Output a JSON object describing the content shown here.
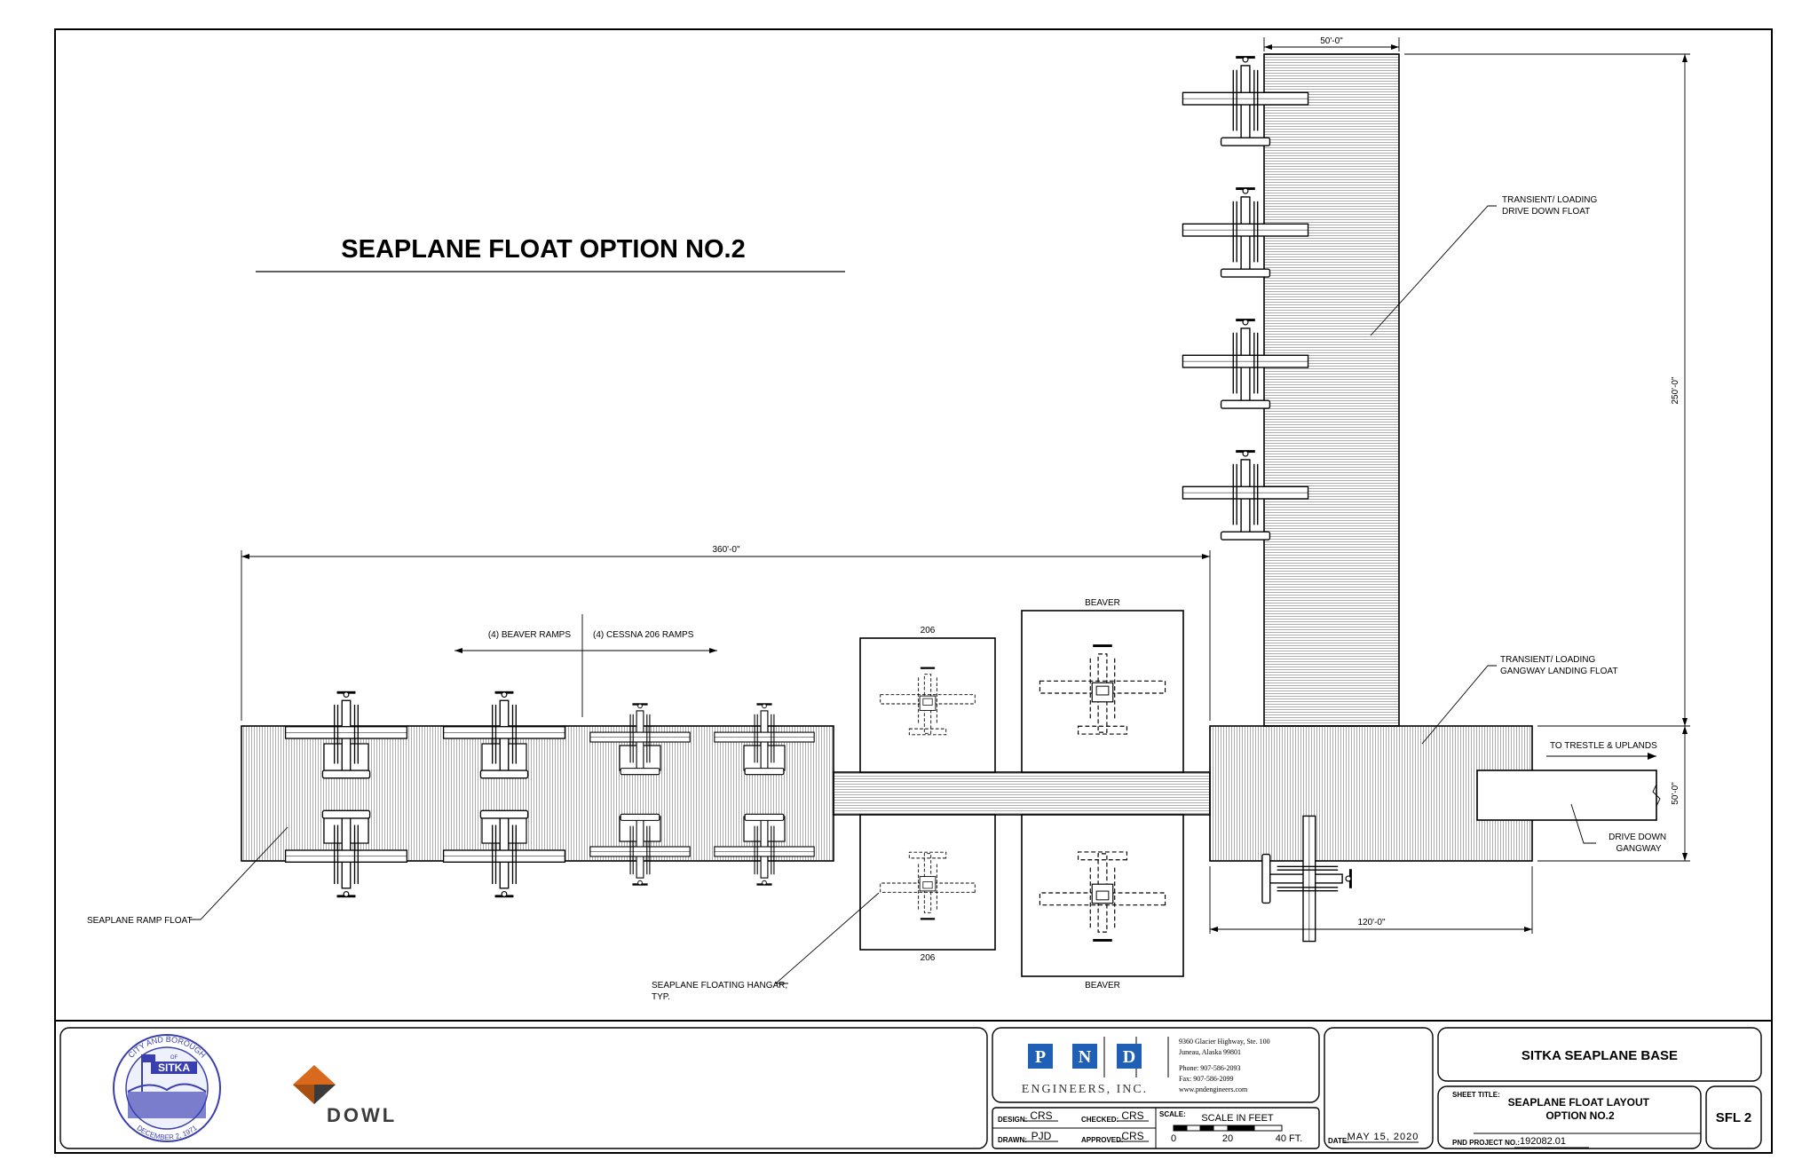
{
  "drawing": {
    "title": "SEAPLANE FLOAT OPTION NO.2",
    "dimensions": {
      "overall_length": "360'-0\"",
      "drive_down_width": "50'-0\"",
      "drive_down_length": "250'-0\"",
      "gangway_float_width": "50'-0\"",
      "gangway_float_length": "120'-0\""
    },
    "labels": {
      "beaver_ramps": "(4) BEAVER RAMPS",
      "cessna_ramps": "(4) CESSNA 206 RAMPS",
      "hangar_206_top": "206",
      "hangar_206_bottom": "206",
      "hangar_beaver_top": "BEAVER",
      "hangar_beaver_bottom": "BEAVER",
      "transient_drive_l1": "TRANSIENT/ LOADING",
      "transient_drive_l2": "DRIVE DOWN FLOAT",
      "transient_gangway_l1": "TRANSIENT/ LOADING",
      "transient_gangway_l2": "GANGWAY LANDING FLOAT",
      "to_trestle": "TO TRESTLE & UPLANDS",
      "drive_down_gangway_l1": "DRIVE DOWN",
      "drive_down_gangway_l2": "GANGWAY",
      "ramp_float": "SEAPLANE RAMP FLOAT",
      "hangar_l1": "SEAPLANE FLOATING HANGAR,",
      "hangar_l2": "TYP."
    }
  },
  "title_block": {
    "city_logo": {
      "arc_text": "CITY AND BOROUGH",
      "of": "OF",
      "name": "SITKA",
      "date": "DECEMBER 2, 1971"
    },
    "dowl_logo": "DOWL",
    "pnd": {
      "letters": [
        "P",
        "N",
        "D"
      ],
      "name": "ENGINEERS, INC.",
      "address_l1": "9360 Glacier Highway, Ste. 100",
      "address_l2": "Juneau, Alaska 99801",
      "phone": "Phone: 907-586-2093",
      "fax": "Fax: 907-586-2099",
      "web": "www.pndengineers.com"
    },
    "design_label": "DESIGN:",
    "design": "CRS",
    "checked_label": "CHECKED:",
    "checked": "CRS",
    "drawn_label": "DRAWN:",
    "drawn": "PJD",
    "approved_label": "APPROVED:",
    "approved": "CRS",
    "scale_label": "SCALE:",
    "scale_text": "SCALE IN FEET",
    "scale_ticks": [
      "0",
      "20",
      "40 FT."
    ],
    "date_label": "DATE:",
    "date": "MAY 15, 2020",
    "project": "SITKA SEAPLANE BASE",
    "sheet_title_label": "SHEET TITLE:",
    "sheet_title_l1": "SEAPLANE FLOAT LAYOUT",
    "sheet_title_l2": "OPTION NO.2",
    "pnd_project_label": "PND PROJECT NO.:",
    "pnd_project": "192082.01",
    "sheet_no": "SFL 2"
  },
  "colors": {
    "line": "#000000",
    "deck_hatch": "#8a8a8a",
    "pnd_blue": "#1f5fb5",
    "seal_blue": "#3a3fb0",
    "dowl_orange": "#d9691c",
    "dowl_dark": "#3b3b3b"
  },
  "icons": [
    "seaplane-icon",
    "city-seal-icon",
    "dowl-logo-icon",
    "pnd-logo-icon"
  ]
}
